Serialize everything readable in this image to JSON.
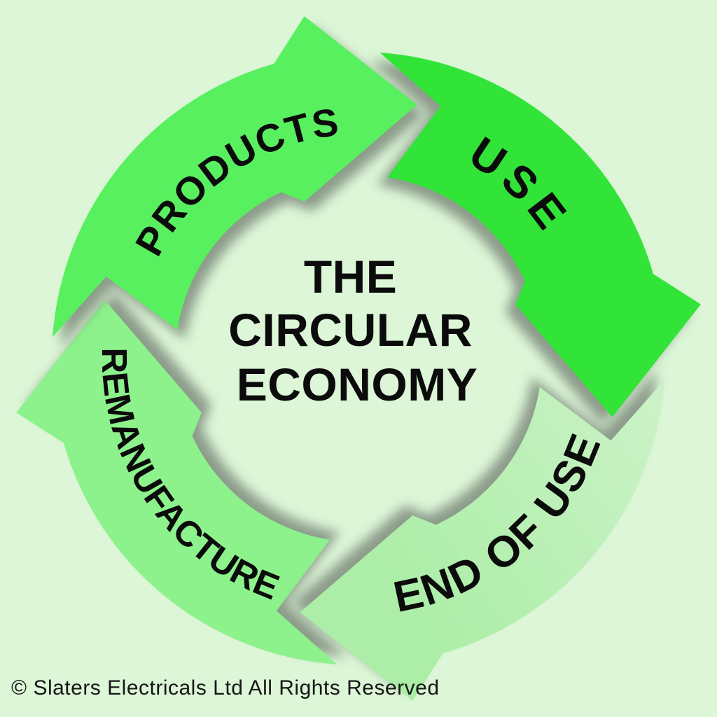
{
  "diagram": {
    "background_color": "#dcf6d7",
    "label_color": "#0b0b0b",
    "title": {
      "lines": [
        "THE",
        "CIRCULAR",
        "ECONOMY"
      ],
      "color": "#0b0b0b"
    },
    "stages": [
      {
        "label": "PRODUCTS",
        "color": "#59f05f"
      },
      {
        "label": "USE",
        "color": "#31e437"
      },
      {
        "label": "END OF USE",
        "color": "#aceea8",
        "color_light": "#cbf2c6"
      },
      {
        "label": "REMANUFACTURE",
        "color": "#8df28c"
      }
    ]
  },
  "footer": {
    "copyright": "© Slaters Electricals Ltd All Rights Reserved",
    "color": "#161616"
  }
}
